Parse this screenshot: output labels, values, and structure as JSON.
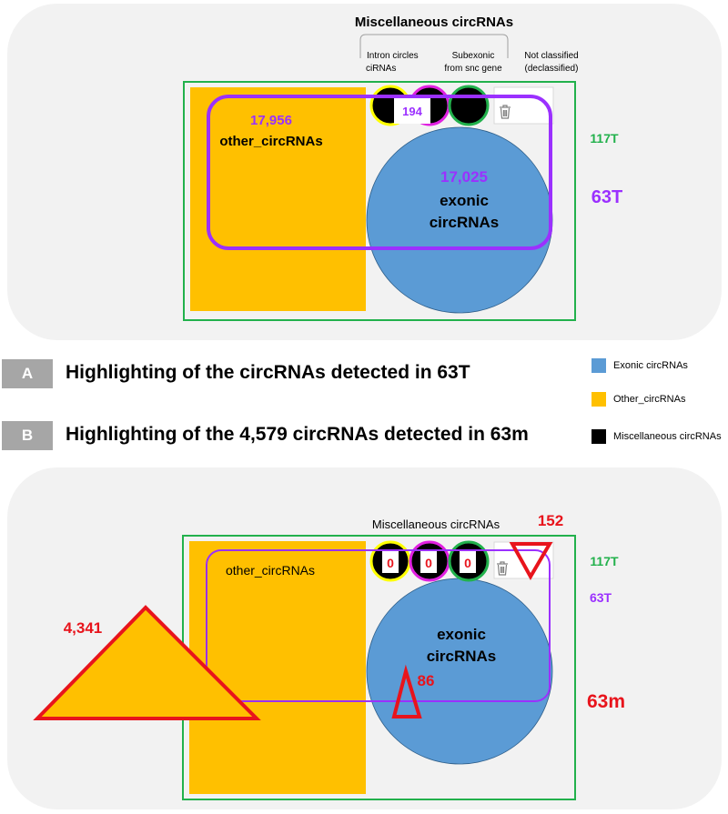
{
  "panel_top": {
    "title": "Miscellaneous circRNAs",
    "misc_labels": {
      "intron": "Intron circles",
      "ciRNAs": "ciRNAs",
      "subexonic_line1": "Subexonic",
      "subexonic_line2": "from snc gene",
      "not_classified_line1": "Not classified",
      "not_classified_line2": "(declassified)"
    },
    "misc_count": "194",
    "other_count": "17,956",
    "other_label": "other_circRNAs",
    "exonic_count": "17,025",
    "exonic_line1": "exonic",
    "exonic_line2": "circRNAs",
    "label_117T": "117T",
    "label_63T": "63T"
  },
  "section_a": {
    "letter": "A",
    "heading": "Highlighting of the circRNAs detected in 63T"
  },
  "section_b": {
    "letter": "B",
    "heading": "Highlighting of the 4,579 circRNAs detected in 63m"
  },
  "legend": [
    {
      "label": "Exonic circRNAs",
      "color": "#5b9bd5"
    },
    {
      "label": "Other_circRNAs",
      "color": "#ffc000"
    },
    {
      "label": "Miscellaneous circRNAs",
      "color": "#000000"
    }
  ],
  "panel_bottom": {
    "title": "Miscellaneous circRNAs",
    "misc_counts": [
      "0",
      "0",
      "0"
    ],
    "not_classified_count": "152",
    "other_label": "other_circRNAs",
    "other_count": "4,341",
    "exonic_line1": "exonic",
    "exonic_line2": "circRNAs",
    "exonic_count": "86",
    "label_117T": "117T",
    "label_63T": "63T",
    "label_63m": "63m"
  },
  "colors": {
    "panel_bg": "#f2f2f2",
    "green": "#22b14c",
    "purple": "#9b30ff",
    "orange": "#ffc000",
    "blue": "#5b9bd5",
    "red": "#e8141c",
    "yellow_ring": "#ffff00",
    "magenta_ring": "#e020e0"
  }
}
